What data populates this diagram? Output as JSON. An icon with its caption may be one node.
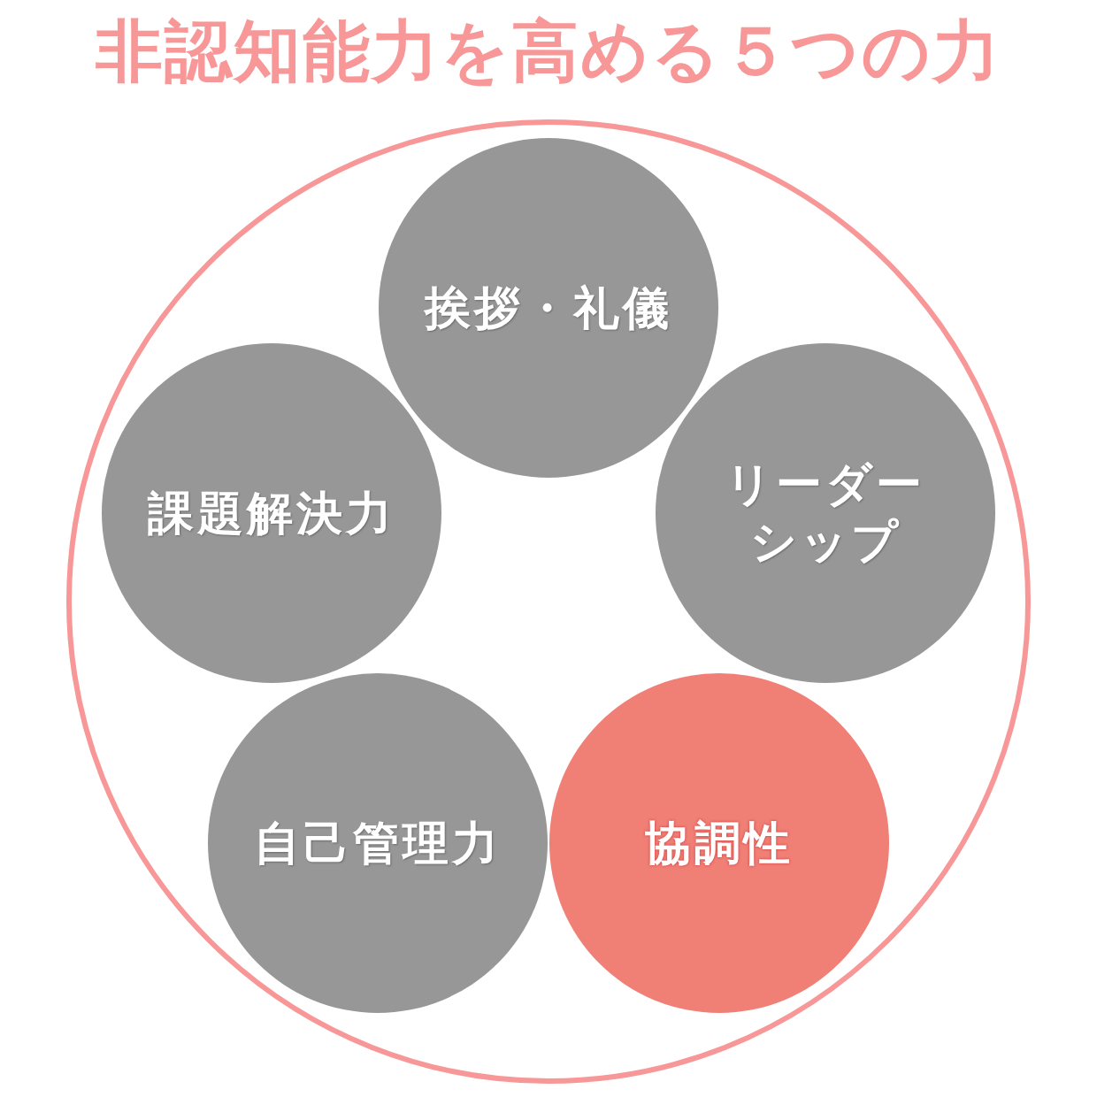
{
  "diagram": {
    "title": "非認知能力を高める５つの力",
    "nodes": [
      {
        "text": [],
        "shape": "circle"
      },
      {
        "text": [
          "挨拶・礼儀"
        ],
        "in": 0
      },
      {
        "text": [
          "課題解決力"
        ],
        "in": 0
      },
      {
        "text": [
          "リーダーシップ"
        ],
        "in": 0
      },
      {
        "text": [
          "自己管理力"
        ],
        "in": 0
      },
      {
        "text": [
          "協調性"
        ],
        "in": 0
      }
    ]
  }
}
